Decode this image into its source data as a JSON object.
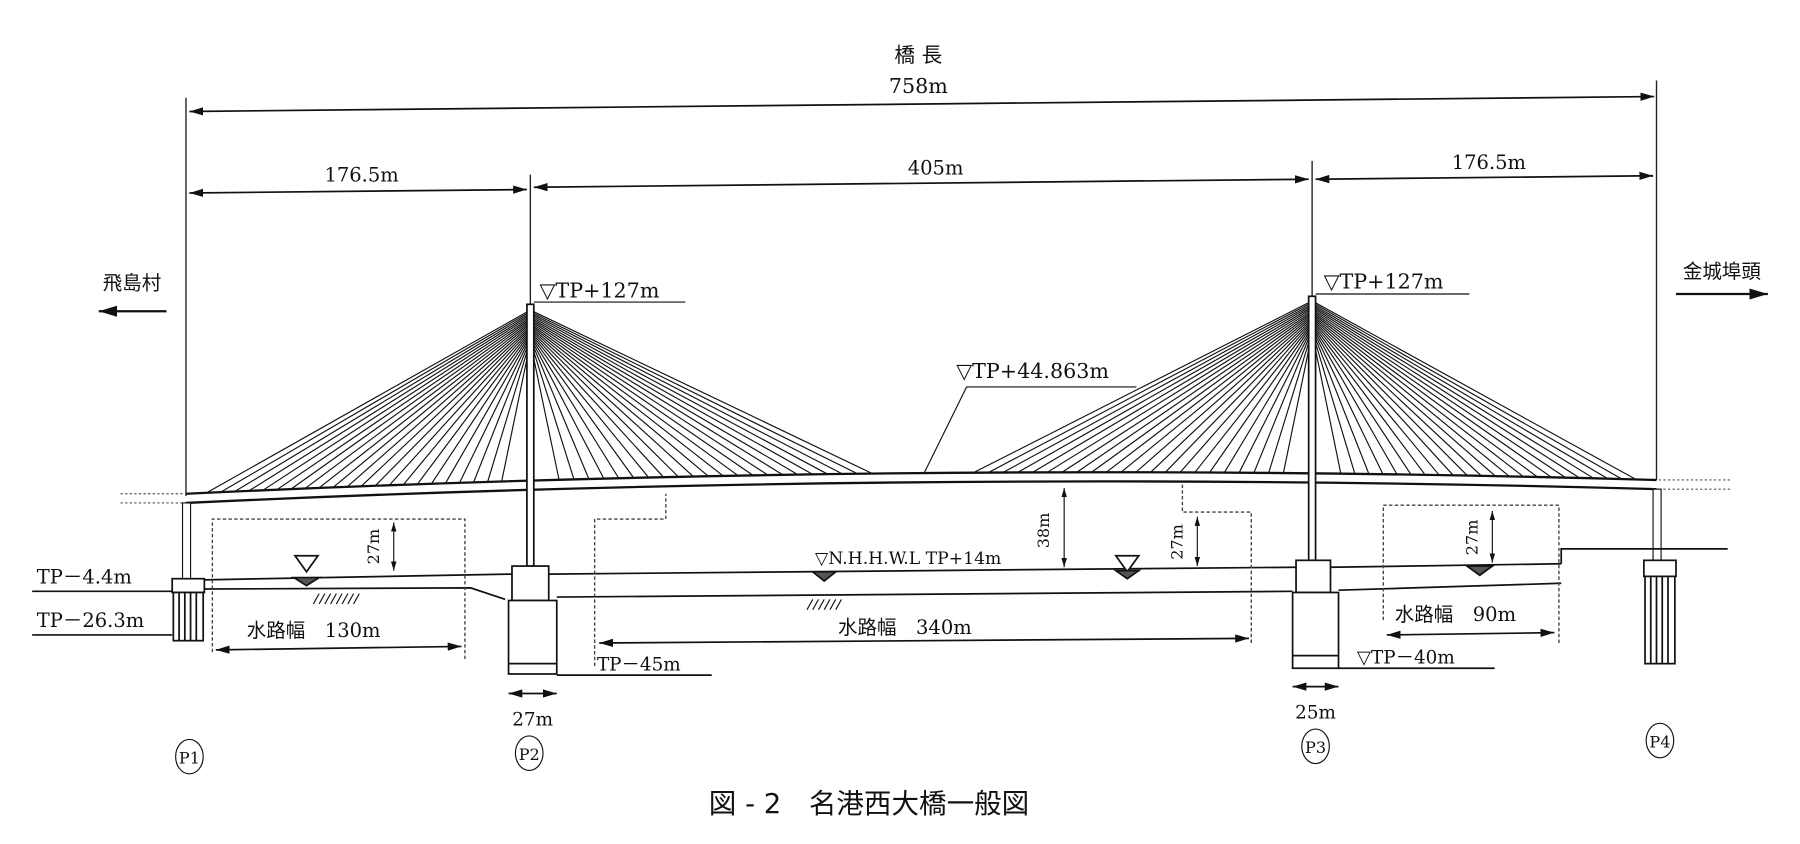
{
  "title": {
    "label": "橋 長",
    "total_length": "758m"
  },
  "spans": [
    {
      "label": "176.5m"
    },
    {
      "label": "405m"
    },
    {
      "label": "176.5m"
    }
  ],
  "directions": {
    "left": "飛島村",
    "right": "金城埠頭"
  },
  "elevations": {
    "tower_left": "▽TP+127m",
    "tower_right": "▽TP+127m",
    "deck": "▽TP+44.863m",
    "water": "▽N.H.H.W.L TP+14m",
    "p1_top": "TP－4.4m",
    "p1_bottom": "TP－26.3m",
    "p2_bottom": "TP－45m",
    "p3_bottom": "▽TP－40m"
  },
  "clearances": {
    "left": "27m",
    "main": "38m",
    "main_nav": "27m",
    "right": "27m"
  },
  "waterways": [
    {
      "label": "水路幅　130m"
    },
    {
      "label": "水路幅　340m"
    },
    {
      "label": "水路幅　90m"
    }
  ],
  "foundation_widths": {
    "p2": "27m",
    "p3": "25m"
  },
  "piers": [
    "P1",
    "P2",
    "P3",
    "P4"
  ],
  "caption": "図 - 2　名港西大橋一般図"
}
